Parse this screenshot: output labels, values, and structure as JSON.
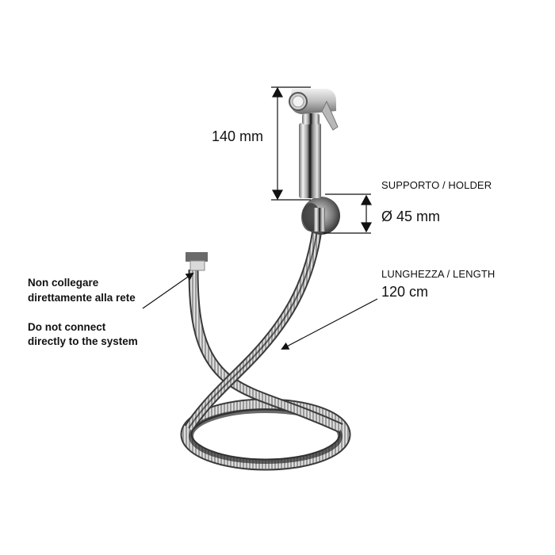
{
  "diagram": {
    "title": "Bidet hand shower with holder and flexible hose - dimensions",
    "colors": {
      "background": "#ffffff",
      "text": "#111111",
      "chrome_dark": "#2a2a2a",
      "chrome_light": "#e8e8e8"
    },
    "labels": {
      "height": "140 mm",
      "holder_title": "SUPPORTO / HOLDER",
      "holder_diameter": "Ø 45 mm",
      "length_title": "LUNGHEZZA / LENGTH",
      "length_value": "120 cm",
      "warning_it_line1": "Non collegare",
      "warning_it_line2": "direttamente alla rete",
      "warning_en_line1": "Do not connect",
      "warning_en_line2": "directly to the system"
    },
    "components": [
      {
        "name": "hand-shower",
        "dimension": "140 mm"
      },
      {
        "name": "wall-holder",
        "dimension": "Ø 45 mm"
      },
      {
        "name": "flexible-hose",
        "dimension": "120 cm"
      },
      {
        "name": "hose-connector-nut"
      }
    ]
  }
}
